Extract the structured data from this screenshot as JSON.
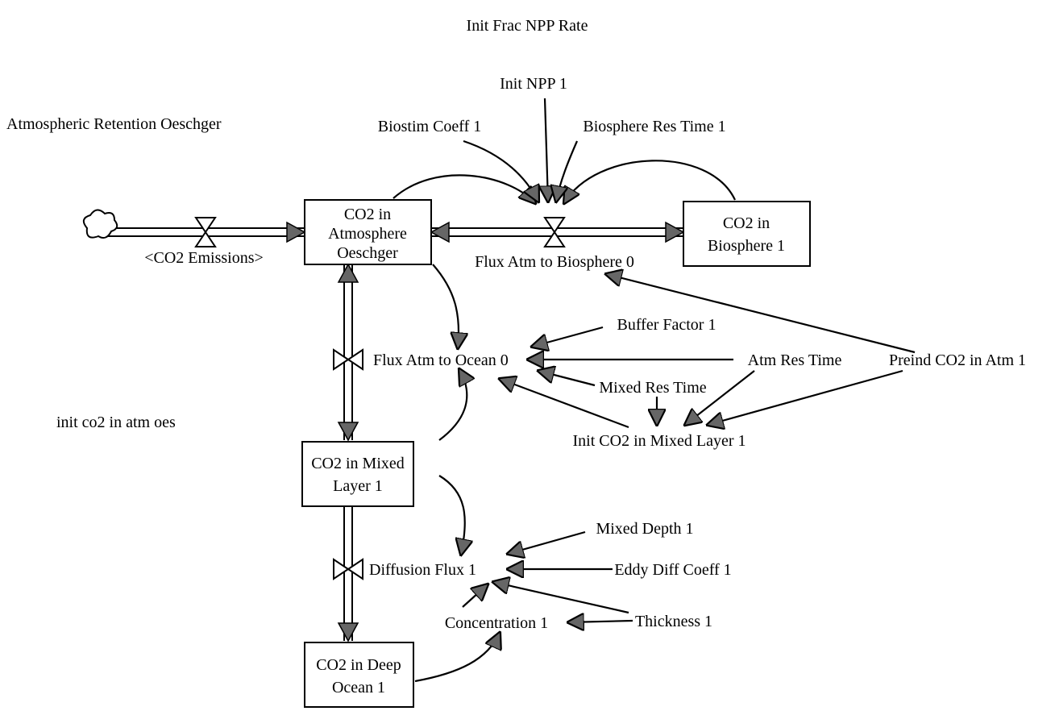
{
  "variables": {
    "init_frac_npp_rate": "Init Frac NPP Rate",
    "atmospheric_retention": "Atmospheric Retention Oeschger",
    "init_npp": "Init NPP 1",
    "biostim_coeff": "Biostim Coeff 1",
    "biosphere_res_time": "Biosphere Res Time 1",
    "co2_emissions": "<CO2 Emissions>",
    "flux_atm_to_biosphere": "Flux Atm to Biosphere 0",
    "buffer_factor": "Buffer Factor 1",
    "flux_atm_to_ocean": "Flux Atm to Ocean 0",
    "atm_res_time": "Atm Res Time",
    "preind_co2": "Preind CO2 in Atm 1",
    "mixed_res_time": "Mixed Res Time",
    "init_co2_mixed": "Init CO2 in Mixed Layer 1",
    "init_co2_atm_oes": "init co2 in atm oes",
    "mixed_depth": "Mixed Depth 1",
    "diffusion_flux": "Diffusion Flux 1",
    "eddy_diff_coeff": "Eddy Diff Coeff 1",
    "concentration": "Concentration 1",
    "thickness": "Thickness 1"
  },
  "stocks": {
    "atmosphere": [
      "CO2 in",
      "Atmosphere",
      "Oeschger"
    ],
    "biosphere": [
      "CO2 in",
      "Biosphere 1"
    ],
    "mixed_layer": [
      "CO2 in Mixed",
      "Layer 1"
    ],
    "deep_ocean": [
      "CO2 in Deep",
      "Ocean 1"
    ]
  }
}
